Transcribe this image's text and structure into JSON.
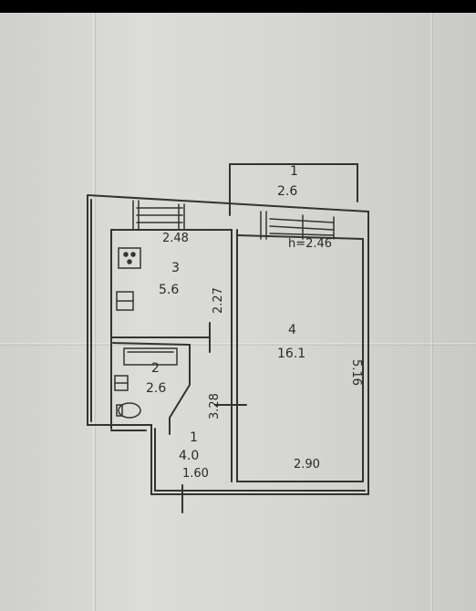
{
  "plan": {
    "balcony": {
      "number": "1",
      "area": "2.6"
    },
    "rooms": [
      {
        "id": "kitchen",
        "number": "3",
        "area": "5.6"
      },
      {
        "id": "living",
        "number": "4",
        "area": "16.1"
      },
      {
        "id": "bathroom",
        "number": "2",
        "area": "2.6"
      },
      {
        "id": "hall",
        "number": "1",
        "area": "4.0"
      }
    ],
    "dimensions": {
      "kitchen_width": "2.48",
      "ceiling_height": "h=2.46",
      "kitchen_depth": "2.27",
      "living_length": "5.16",
      "hall_length": "3.28",
      "hall_width": "1.60",
      "living_width": "2.90"
    }
  }
}
